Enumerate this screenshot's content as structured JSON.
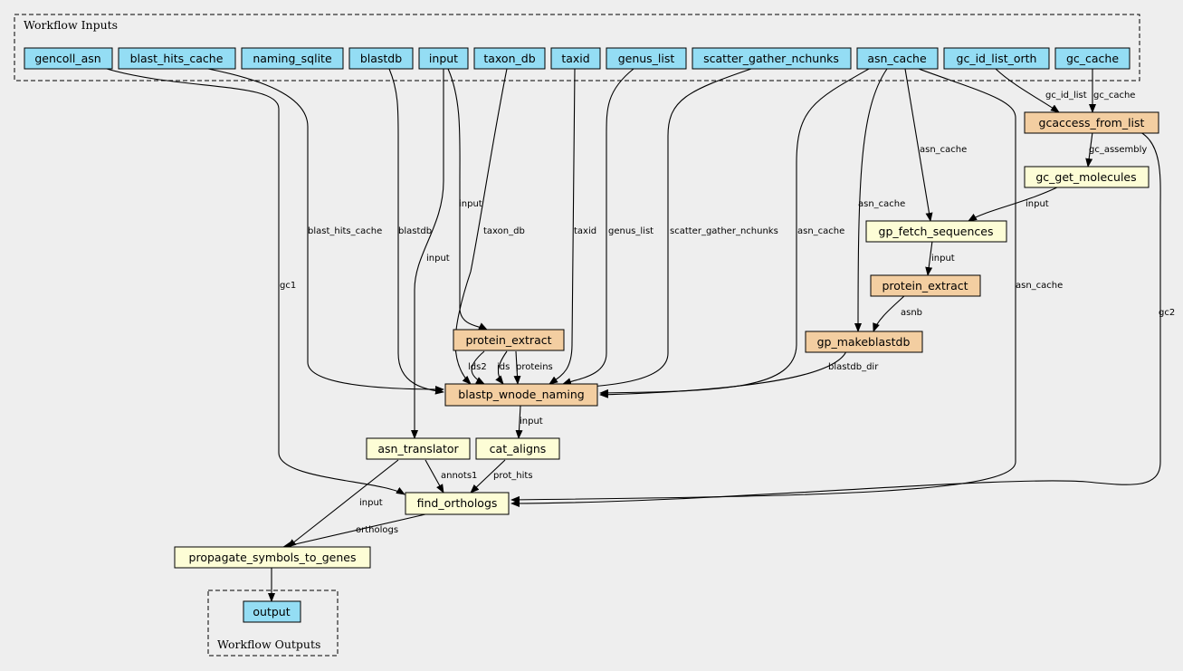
{
  "clusters": {
    "inputs_label": "Workflow Inputs",
    "outputs_label": "Workflow Outputs"
  },
  "colors": {
    "input_fill": "#94ddf4",
    "step_fill": "#f3cea1",
    "subworkflow_fill": "#fdfdd6",
    "background": "#eeeeee"
  },
  "inputs": [
    {
      "id": "gencoll_asn",
      "label": "gencoll_asn"
    },
    {
      "id": "blast_hits_cache",
      "label": "blast_hits_cache"
    },
    {
      "id": "naming_sqlite",
      "label": "naming_sqlite"
    },
    {
      "id": "blastdb",
      "label": "blastdb"
    },
    {
      "id": "input",
      "label": "input"
    },
    {
      "id": "taxon_db",
      "label": "taxon_db"
    },
    {
      "id": "taxid",
      "label": "taxid"
    },
    {
      "id": "genus_list",
      "label": "genus_list"
    },
    {
      "id": "scatter_gather_nchunks",
      "label": "scatter_gather_nchunks"
    },
    {
      "id": "asn_cache",
      "label": "asn_cache"
    },
    {
      "id": "gc_id_list_orth",
      "label": "gc_id_list_orth"
    },
    {
      "id": "gc_cache",
      "label": "gc_cache"
    }
  ],
  "steps": [
    {
      "id": "gcaccess_from_list",
      "label": "gcaccess_from_list",
      "kind": "tool"
    },
    {
      "id": "gc_get_molecules",
      "label": "gc_get_molecules",
      "kind": "subworkflow"
    },
    {
      "id": "gp_fetch_sequences",
      "label": "gp_fetch_sequences",
      "kind": "subworkflow"
    },
    {
      "id": "protein_extract_right",
      "label": "protein_extract",
      "kind": "tool"
    },
    {
      "id": "gp_makeblastdb",
      "label": "gp_makeblastdb",
      "kind": "tool"
    },
    {
      "id": "protein_extract_left",
      "label": "protein_extract",
      "kind": "tool"
    },
    {
      "id": "blastp_wnode_naming",
      "label": "blastp_wnode_naming",
      "kind": "tool"
    },
    {
      "id": "asn_translator",
      "label": "asn_translator",
      "kind": "subworkflow"
    },
    {
      "id": "cat_aligns",
      "label": "cat_aligns",
      "kind": "subworkflow"
    },
    {
      "id": "find_orthologs",
      "label": "find_orthologs",
      "kind": "subworkflow"
    },
    {
      "id": "propagate_symbols_to_genes",
      "label": "propagate_symbols_to_genes",
      "kind": "subworkflow"
    }
  ],
  "outputs": [
    {
      "id": "output",
      "label": "output"
    }
  ],
  "edge_labels": {
    "gc_id_list": "gc_id_list",
    "gc_cache": "gc_cache",
    "gc_assembly": "gc_assembly",
    "input_gcmol": "input",
    "asn_cache_fetch": "asn_cache",
    "asn_cache_makeblast": "asn_cache",
    "asn_cache_blastp": "asn_cache",
    "asn_cache_find": "asn_cache",
    "input_fetch": "input",
    "asnb": "asnb",
    "gc2": "gc2",
    "gc1": "gc1",
    "blast_hits_cache": "blast_hits_cache",
    "blastdb": "blastdb",
    "input_pe": "input",
    "input_asn": "input",
    "taxon_db": "taxon_db",
    "taxid": "taxid",
    "genus_list": "genus_list",
    "scatter_gather_nchunks": "scatter_gather_nchunks",
    "lds2": "lds2",
    "ids": "ids",
    "proteins": "proteins",
    "blastdb_dir": "blastdb_dir",
    "input_cat": "input",
    "annots1": "annots1",
    "prot_hits": "prot_hits",
    "input_prop": "input",
    "orthologs": "orthologs"
  }
}
